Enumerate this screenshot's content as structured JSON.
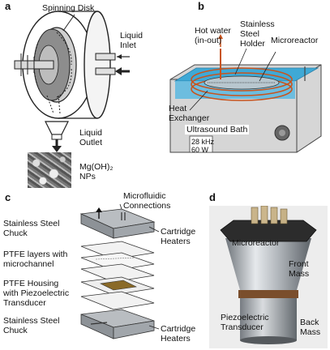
{
  "panel_a": {
    "letter": "a",
    "spinning_disk": "Spinning Disk",
    "liquid_inlet": "Liquid\nInlet",
    "liquid_outlet": "Liquid\nOutlet",
    "product": "Mg(OH)₂\nNPs"
  },
  "panel_b": {
    "letter": "b",
    "hot_water": "Hot water\n(in-out)",
    "holder": "Stainless\nSteel\nHolder",
    "microreactor": "Microreactor",
    "heat_exchanger": "Heat\nExchanger",
    "bath": "Ultrasound Bath",
    "freq": "28 kHz",
    "power": "60 W"
  },
  "panel_c": {
    "letter": "c",
    "connections": "Microfluidic\nConnections",
    "chuck_top": "Stainless Steel\nChuck",
    "heaters_top": "Cartridge\nHeaters",
    "ptfe_layers": "PTFE layers with\nmicrochannel",
    "ptfe_housing": "PTFE Housing\nwith Piezoelectric\nTransducer",
    "chuck_bottom": "Stainless Steel\nChuck",
    "heaters_bottom": "Cartridge\nHeaters"
  },
  "panel_d": {
    "letter": "d",
    "microreactor": "Microreactor",
    "front_mass": "Front\nMass",
    "transducer": "Piezoelectric\nTransducer",
    "back_mass": "Back\nMass"
  },
  "colors": {
    "water": "#3fa9d6",
    "coil": "#c8541e",
    "brass": "#b5892f",
    "steel": "#9aa3ab"
  }
}
